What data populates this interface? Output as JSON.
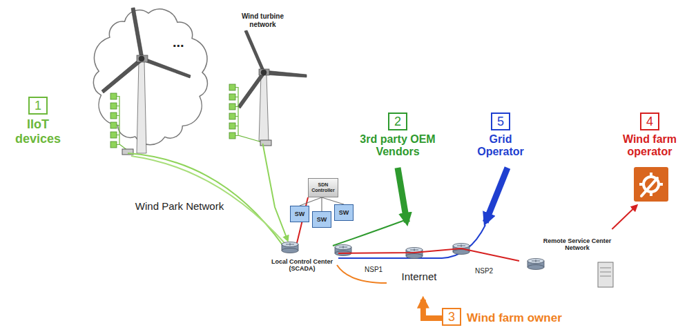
{
  "diagram": {
    "nodes": [
      {
        "text": [
          "Wind turbine network"
        ]
      },
      {
        "text": [
          "Wind Park Network"
        ]
      },
      {
        "text": [
          "Local Control Center (SCADA)"
        ],
        "in": 1
      },
      {
        "text": [
          "SDN Controller"
        ],
        "in": 1
      },
      {
        "text": [
          "SW"
        ],
        "in": 1
      },
      {
        "text": [
          "SW"
        ],
        "in": 1
      },
      {
        "text": [
          "SW"
        ],
        "in": 1
      },
      {
        "text": [
          "Internet"
        ]
      },
      {
        "text": [
          "Remote Service Center Network"
        ]
      },
      {
        "text": [
          "1",
          "IIoT devices"
        ]
      },
      {
        "text": [
          "2",
          "3rd party OEM Vendors"
        ]
      },
      {
        "text": [
          "5",
          "Grid Operator"
        ]
      },
      {
        "text": [
          "4",
          "Wind farm operator"
        ]
      },
      {
        "text": [
          "3",
          "Wind farm owner"
        ]
      }
    ],
    "edges": [
      {
        "from": 0,
        "to": 2,
        "arrow": "to"
      },
      {
        "from": 2,
        "to": 8,
        "arrow": "none"
      },
      {
        "from": 8,
        "to": 12,
        "arrow": "to"
      },
      {
        "from": 10,
        "to": 7,
        "arrow": "to"
      },
      {
        "from": 11,
        "to": 7,
        "arrow": "to"
      },
      {
        "from": 13,
        "to": 7,
        "arrow": "to"
      }
    ],
    "labels": [
      "...",
      "NSP1",
      "NSP2"
    ]
  }
}
